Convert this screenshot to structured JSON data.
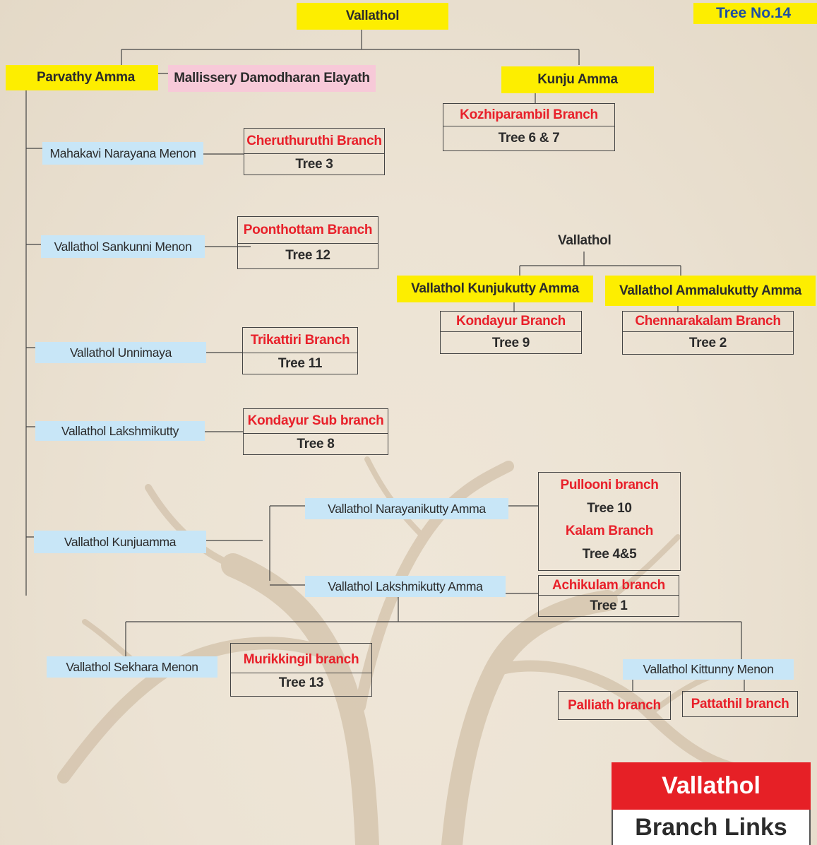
{
  "tree_no": "Tree No.14",
  "top": {
    "root": "Vallathol",
    "parvathy": "Parvathy Amma",
    "spouse": "Mallissery Damodharan Elayath",
    "kunju": "Kunju Amma",
    "kozhiparambil": {
      "branch": "Kozhiparambil Branch",
      "tree": "Tree 6 & 7"
    }
  },
  "children": {
    "narayana": {
      "name": "Mahakavi Narayana Menon",
      "branch": "Cheruthuruthi Branch",
      "tree": "Tree 3"
    },
    "sankunni": {
      "name": "Vallathol Sankunni Menon",
      "branch": "Poonthottam Branch",
      "tree": "Tree 12"
    },
    "unnimaya": {
      "name": "Vallathol Unnimaya",
      "branch": "Trikattiri Branch",
      "tree": "Tree 11"
    },
    "lakshmikutty": {
      "name": "Vallathol Lakshmikutty",
      "branch": "Kondayur Sub branch",
      "tree": "Tree 8"
    },
    "kunjuamma": {
      "name": "Vallathol Kunjuamma"
    }
  },
  "right": {
    "root": "Vallathol",
    "kunjukutty": {
      "name": "Vallathol Kunjukutty Amma",
      "branch": "Kondayur Branch",
      "tree": "Tree 9"
    },
    "ammalukutty": {
      "name": "Vallathol Ammalukutty Amma",
      "branch": "Chennarakalam  Branch",
      "tree": "Tree 2"
    }
  },
  "grand": {
    "narayanikutty": {
      "name": "Vallathol Narayanikutty Amma",
      "branch1": "Pullooni branch",
      "tree1": "Tree 10",
      "branch2": "Kalam Branch",
      "tree2": "Tree 4&5"
    },
    "lakshmikutty_amma": {
      "name": "Vallathol Lakshmikutty Amma",
      "branch": "Achikulam branch",
      "tree": "Tree 1"
    },
    "sekhara": {
      "name": "Vallathol Sekhara Menon",
      "branch": "Murikkingil branch",
      "tree": "Tree 13"
    },
    "kittunny": {
      "name": "Vallathol Kittunny Menon",
      "branch1": "Palliath branch",
      "branch2": "Pattathil branch"
    }
  },
  "badge": {
    "line1": "Vallathol",
    "line2": "Branch Links"
  },
  "colors": {
    "yellow": "#fdee00",
    "pink": "#f7c9d8",
    "blue": "#c8e6f7",
    "red": "#e8202a",
    "badge_red": "#e62026"
  }
}
